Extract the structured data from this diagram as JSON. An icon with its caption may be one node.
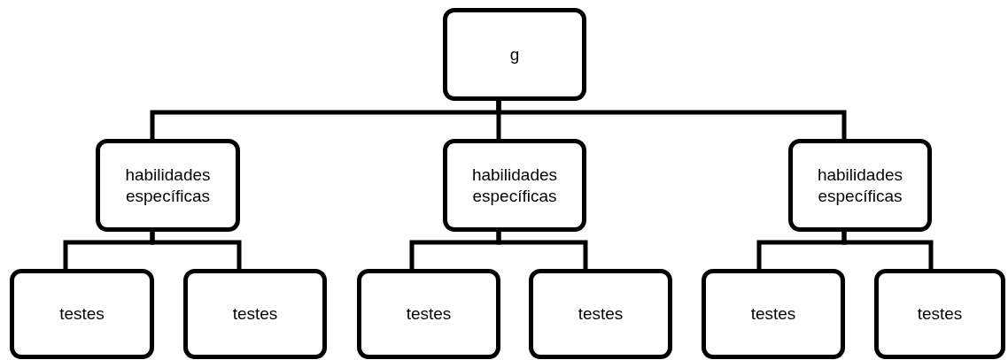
{
  "diagram": {
    "nodes": [
      {
        "text": [
          "g"
        ]
      },
      {
        "text": [
          "habilidades específicas"
        ]
      },
      {
        "text": [
          "habilidades específicas"
        ]
      },
      {
        "text": [
          "habilidades específicas"
        ]
      },
      {
        "text": [
          "testes"
        ]
      },
      {
        "text": [
          "testes"
        ]
      },
      {
        "text": [
          "testes"
        ]
      },
      {
        "text": [
          "testes"
        ]
      },
      {
        "text": [
          "testes"
        ]
      },
      {
        "text": [
          "testes"
        ]
      }
    ],
    "edges": [
      {
        "from": 0,
        "to": 1,
        "arrow": "none"
      },
      {
        "from": 0,
        "to": 2,
        "arrow": "none"
      },
      {
        "from": 0,
        "to": 3,
        "arrow": "none"
      },
      {
        "from": 1,
        "to": 4,
        "arrow": "none"
      },
      {
        "from": 1,
        "to": 5,
        "arrow": "none"
      },
      {
        "from": 2,
        "to": 6,
        "arrow": "none"
      },
      {
        "from": 2,
        "to": 7,
        "arrow": "none"
      },
      {
        "from": 3,
        "to": 8,
        "arrow": "none"
      },
      {
        "from": 3,
        "to": 9,
        "arrow": "none"
      }
    ]
  }
}
